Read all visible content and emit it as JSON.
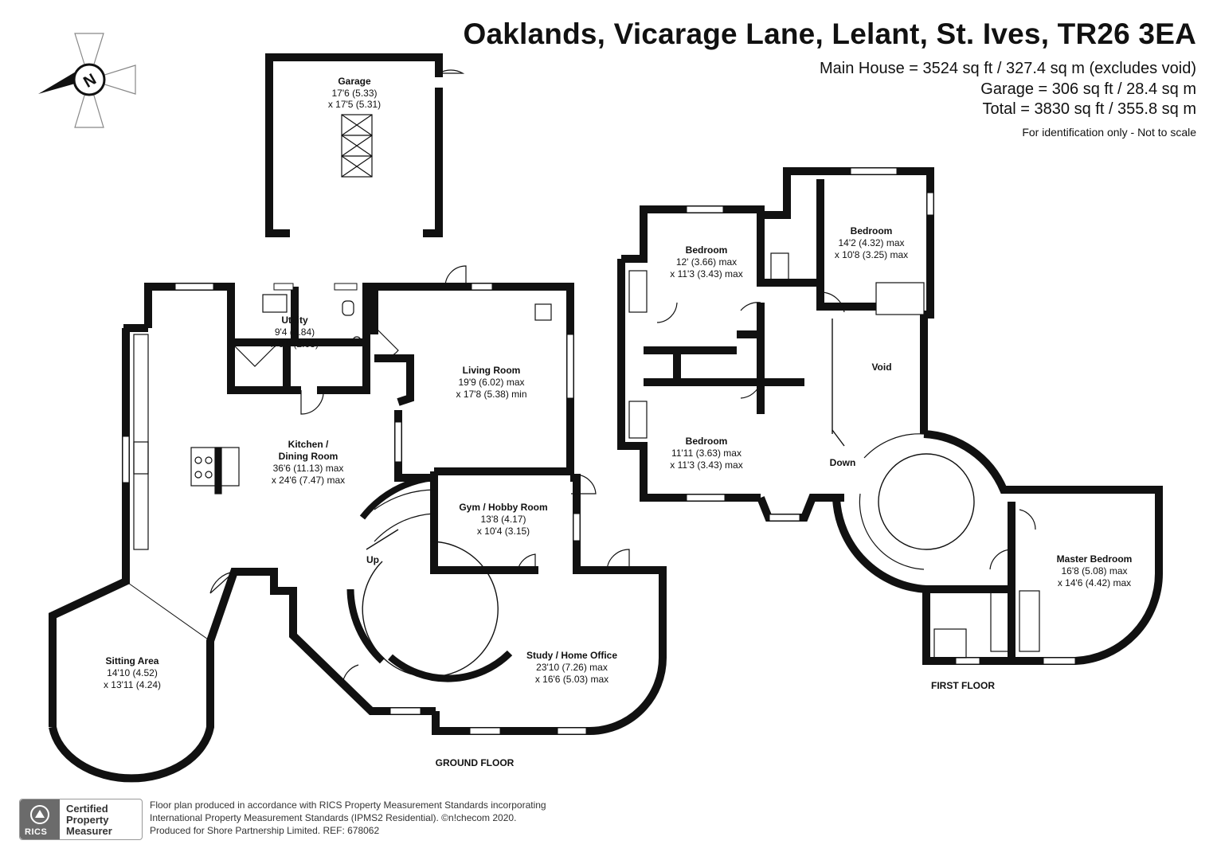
{
  "header": {
    "title": "Oaklands, Vicarage Lane, Lelant, St. Ives, TR26 3EA",
    "areas": [
      "Main House = 3524 sq ft / 327.4 sq m (excludes void)",
      "Garage = 306 sq ft / 28.4 sq m",
      "Total = 3830 sq ft / 355.8 sq m"
    ],
    "note": "For identification only - Not to scale"
  },
  "compass": {
    "letter": "N"
  },
  "floors": {
    "ground": "GROUND FLOOR",
    "first": "FIRST FLOOR"
  },
  "stairs": {
    "up": "Up",
    "down": "Down"
  },
  "rooms": {
    "garage": {
      "name": "Garage",
      "dim1": "17'6 (5.33)",
      "dim2": "x 17'5 (5.31)"
    },
    "utility": {
      "name": "Utility",
      "dim1": "9'4 (2.84)",
      "dim2": "x 6'8 (2.03)"
    },
    "living": {
      "name": "Living Room",
      "dim1": "19'9 (6.02) max",
      "dim2": "x 17'8 (5.38) min"
    },
    "kitchen": {
      "name1": "Kitchen /",
      "name2": "Dining Room",
      "dim1": "36'6 (11.13) max",
      "dim2": "x 24'6 (7.47) max"
    },
    "gym": {
      "name": "Gym / Hobby Room",
      "dim1": "13'8 (4.17)",
      "dim2": "x 10'4 (3.15)"
    },
    "sitting": {
      "name": "Sitting Area",
      "dim1": "14'10 (4.52)",
      "dim2": "x 13'11 (4.24)"
    },
    "study": {
      "name": "Study / Home Office",
      "dim1": "23'10 (7.26) max",
      "dim2": "x 16'6 (5.03) max"
    },
    "bed1": {
      "name": "Bedroom",
      "dim1": "12' (3.66) max",
      "dim2": "x 11'3 (3.43) max"
    },
    "bed2": {
      "name": "Bedroom",
      "dim1": "14'2 (4.32) max",
      "dim2": "x 10'8 (3.25) max"
    },
    "bed3": {
      "name": "Bedroom",
      "dim1": "11'11 (3.63) max",
      "dim2": "x 11'3 (3.43) max"
    },
    "void": {
      "name": "Void"
    },
    "master": {
      "name": "Master Bedroom",
      "dim1": "16'8 (5.08) max",
      "dim2": "x 14'6 (4.42) max"
    }
  },
  "footer": {
    "badge_mark": "RICS",
    "badge_line1": "Certified",
    "badge_line2": "Property",
    "badge_line3": "Measurer",
    "line1": "Floor plan produced in accordance with RICS Property Measurement Standards incorporating",
    "line2": "International Property Measurement Standards (IPMS2 Residential).  ©n!checom 2020.",
    "line3": "Produced for Shore Partnership Limited.   REF:  678062"
  },
  "colors": {
    "wall": "#111111",
    "window": "#ffffff",
    "fixture": "#444444"
  }
}
